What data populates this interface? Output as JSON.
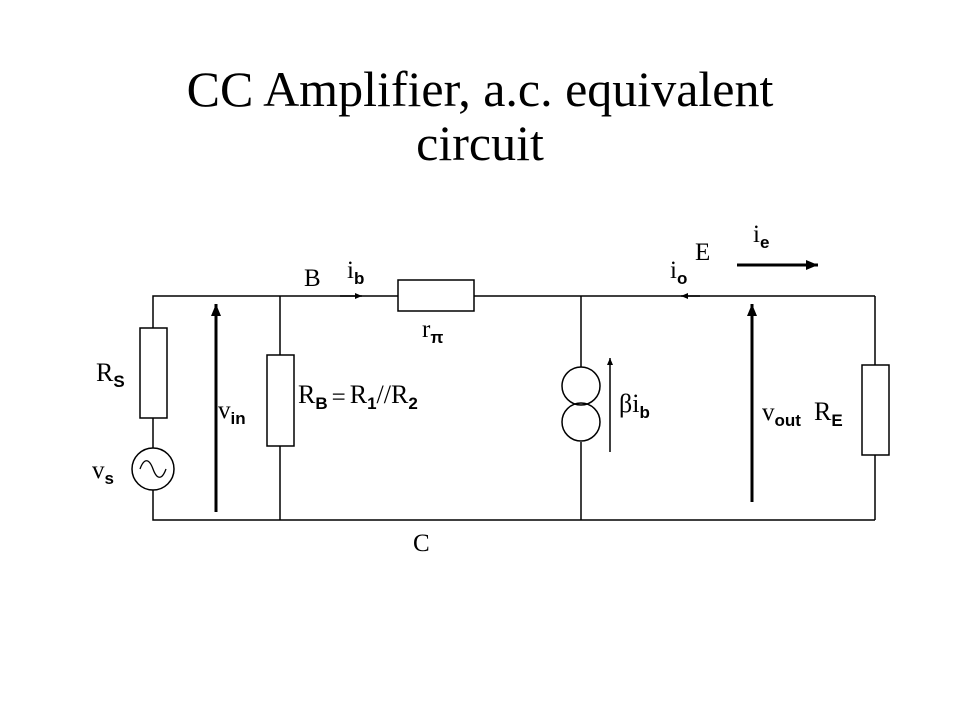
{
  "title": {
    "line1": "CC Amplifier, a.c. equivalent",
    "line2": "circuit"
  },
  "labels": {
    "node_b": "B",
    "node_e": "E",
    "node_c": "C",
    "ib_main": "i",
    "ib_sub": "b",
    "io_main": "i",
    "io_sub": "o",
    "ie_main": "i",
    "ie_sub": "e",
    "rpi_main": "r",
    "rpi_sub": "π",
    "rs_main": "R",
    "rs_sub": "S",
    "vs_main": "v",
    "vs_sub": "s",
    "vin_main": "v",
    "vin_sub": "in",
    "rb_main": "R",
    "rb_sub": "B",
    "rb_eq": "=",
    "r1_main": "R",
    "r1_sub": "1",
    "rb_par": "//R",
    "r2_sub": "2",
    "bib_main": "βi",
    "bib_sub": "b",
    "vout_main": "v",
    "vout_sub": "out",
    "re_main": "R",
    "re_sub": "E"
  }
}
